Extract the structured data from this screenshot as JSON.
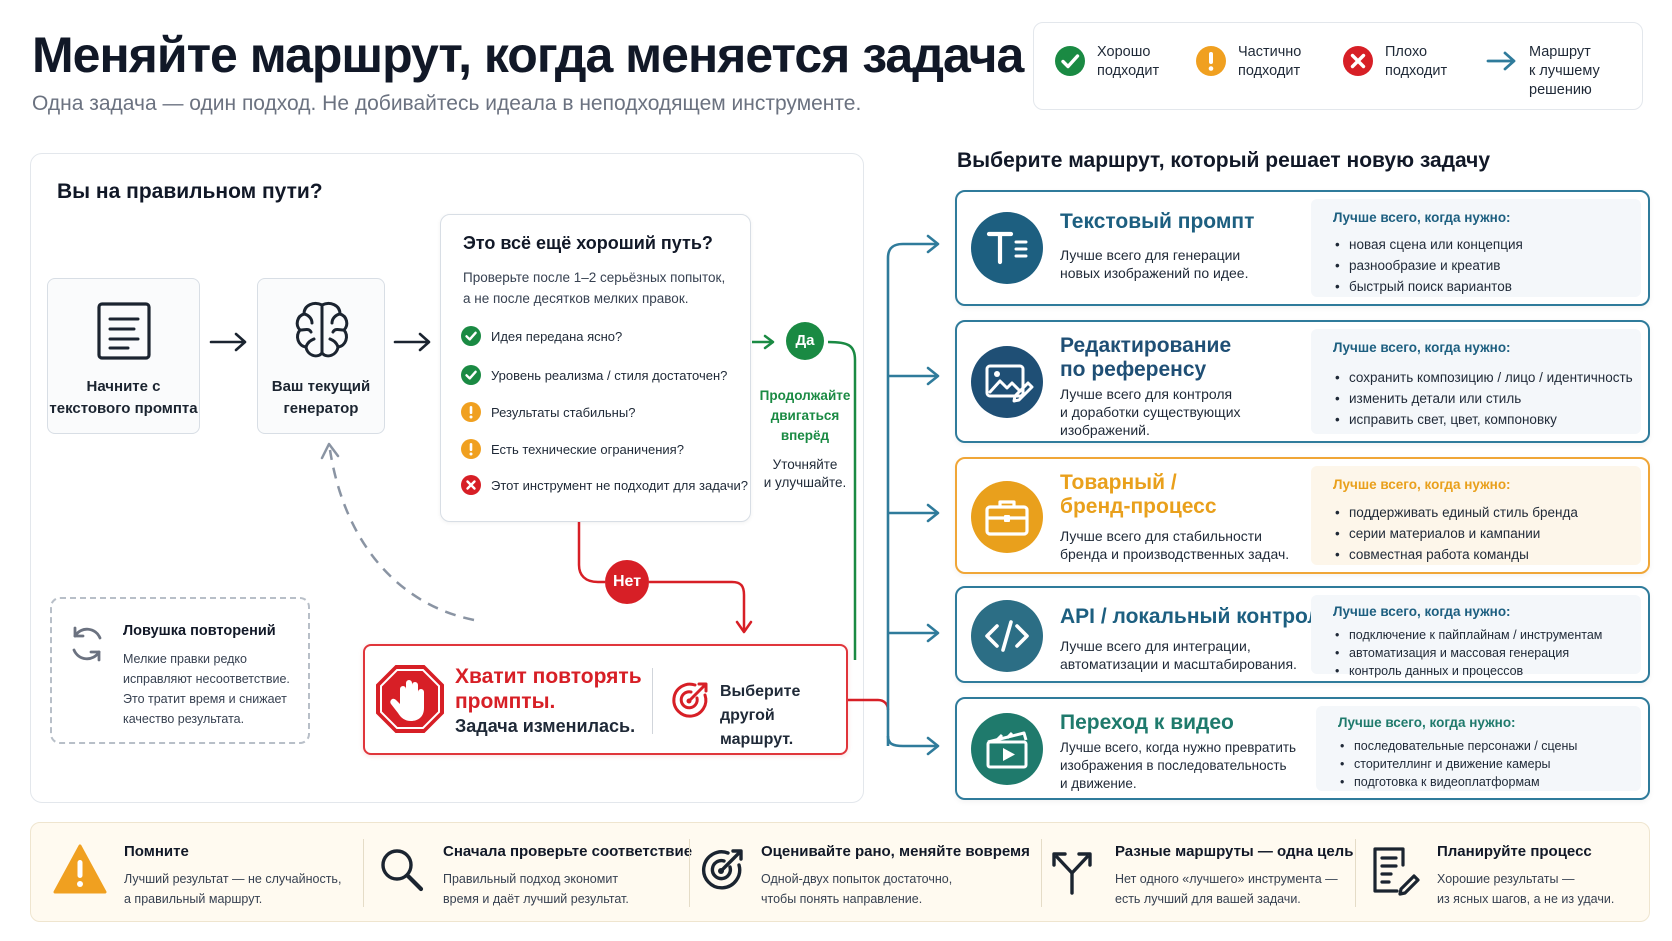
{
  "header": {
    "title": "Меняйте маршрут, когда меняется задача",
    "subtitle": "Одна задача — один подход. Не добивайтесь идеала в неподходящем инструменте."
  },
  "legend": {
    "good": "Хорошо\nподходит",
    "partial": "Частично\nподходит",
    "bad": "Плохо\nподходит",
    "route": "Маршрут\nк лучшему\nрешению"
  },
  "left": {
    "heading": "Вы на правильном пути?",
    "start_label": "Начните с\nтекстового промпта",
    "generator_label": "Ваш текущий\nгенератор",
    "question": {
      "title": "Это всё ещё хороший путь?",
      "desc": "Проверьте после 1–2 серьёзных попыток,\nа не после десятков мелких правок.",
      "items": [
        {
          "status": "good",
          "text": "Идея передана ясно?"
        },
        {
          "status": "good",
          "text": "Уровень реализма / стиля достаточен?"
        },
        {
          "status": "partial",
          "text": "Результаты стабильны?"
        },
        {
          "status": "partial",
          "text": "Есть технические ограничения?"
        },
        {
          "status": "bad",
          "text": "Этот инструмент не подходит для задачи?"
        }
      ]
    },
    "yes": "Да",
    "no": "Нет",
    "continue": "Продолжайте\nдвигаться\nвперёд",
    "refine": "Уточняйте\nи улучшайте.",
    "trap": {
      "title": "Ловушка повторений",
      "text": "Мелкие правки редко\nисправляют несоответствие.\nЭто тратит время и снижает\nкачество результата."
    },
    "stop": {
      "title": "Хватит повторять\nпромпты.",
      "subtitle": "Задача изменилась.",
      "cta": "Выберите\nдругой маршрут."
    }
  },
  "routes": {
    "heading": "Выберите маршрут, который решает новую задачу",
    "best_title": "Лучше всего, когда нужно:",
    "items": [
      {
        "name": "Текстовый промпт",
        "desc": "Лучше всего для генерации\nновых изображений по идее.",
        "icon": "text-icon",
        "accent": "#1d5f80",
        "bullets": [
          "новая сцена или концепция",
          "разнообразие и креатив",
          "быстрый поиск вариантов"
        ]
      },
      {
        "name": "Редактирование\nпо референсу",
        "desc": "Лучше всего для контроля\nи доработки существующих\nизображений.",
        "icon": "image-edit-icon",
        "accent": "#1f4f75",
        "bullets": [
          "сохранить композицию / лицо / идентичность",
          "изменить детали или стиль",
          "исправить свет, цвет, компоновку"
        ]
      },
      {
        "name": "Товарный /\nбренд-процесс",
        "desc": "Лучше всего для стабильности\nбренда и производственных задач.",
        "icon": "briefcase-icon",
        "accent": "#e9a01c",
        "bullets": [
          "поддерживать единый стиль бренда",
          "серии материалов и кампании",
          "совместная работа команды"
        ]
      },
      {
        "name": "API / локальный контроль",
        "desc": "Лучше всего для интеграции,\nавтоматизации и масштабирования.",
        "icon": "code-icon",
        "accent": "#2c6e85",
        "bullets": [
          "подключение к пайплайнам / инструментам",
          "автоматизация и массовая генерация",
          "контроль данных и процессов"
        ]
      },
      {
        "name": "Переход к видео",
        "desc": "Лучше всего, когда нужно превратить\nизображения в последовательность\nи движение.",
        "icon": "video-icon",
        "accent": "#1f7a6c",
        "bullets": [
          "последовательные персонажи / сцены",
          "сторителлинг и движение камеры",
          "подготовка к видеоплатформам"
        ]
      }
    ]
  },
  "tips": [
    {
      "title": "Помните",
      "text": "Лучший результат — не случайность,\nа правильный маршрут.",
      "icon": "warning-icon"
    },
    {
      "title": "Сначала проверьте соответствие",
      "text": "Правильный подход экономит\nвремя и даёт лучший результат.",
      "icon": "search-icon"
    },
    {
      "title": "Оценивайте рано, меняйте вовремя",
      "text": "Одной-двух попыток достаточно,\nчтобы понять направление.",
      "icon": "target-icon"
    },
    {
      "title": "Разные маршруты — одна цель",
      "text": "Нет одного «лучшего» инструмента —\nесть лучший для вашей задачи.",
      "icon": "fork-icon"
    },
    {
      "title": "Планируйте процесс",
      "text": "Хорошие результаты —\nиз ясных шагов, а не из удачи.",
      "icon": "plan-icon"
    }
  ],
  "colors": {
    "good": "#1a8a43",
    "partial": "#f0a020",
    "bad": "#d71f26",
    "route_line": "#2f7b9b",
    "dark_teal": "#1d5f80"
  }
}
